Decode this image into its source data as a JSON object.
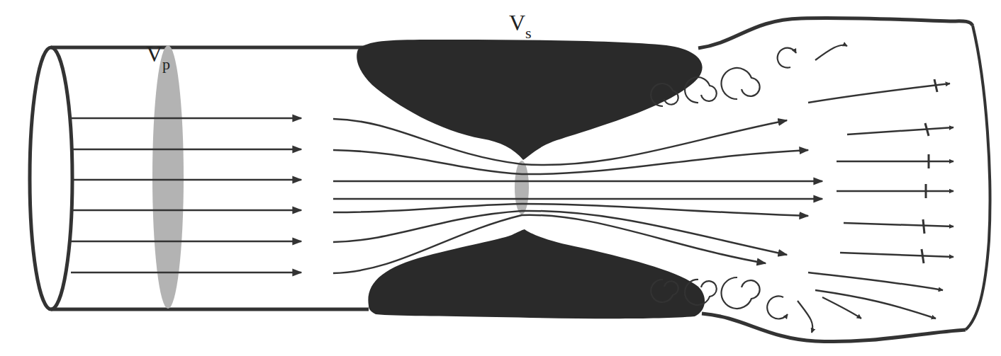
{
  "diagram": {
    "labels": [
      "V",
      "p",
      "V",
      "s"
    ]
  }
}
